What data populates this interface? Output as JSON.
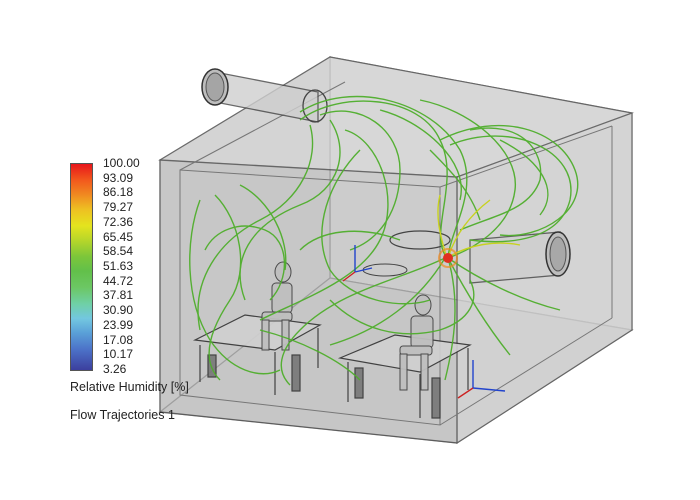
{
  "legend": {
    "ticks": [
      "100.00",
      "93.09",
      "86.18",
      "79.27",
      "72.36",
      "65.45",
      "58.54",
      "51.63",
      "44.72",
      "37.81",
      "30.90",
      "23.99",
      "17.08",
      "10.17",
      "3.26"
    ],
    "title": "Relative Humidity [%]",
    "colors": {
      "max": "#e8161b",
      "mid": "#62c04a",
      "min": "#3c3f9e"
    }
  },
  "caption": {
    "trajectories": "Flow Trajectories 1"
  },
  "scene": {
    "room_color": "#9a9a9a",
    "trajectory_color": "#4fae2c",
    "hot_spot_color": "#e03020"
  }
}
